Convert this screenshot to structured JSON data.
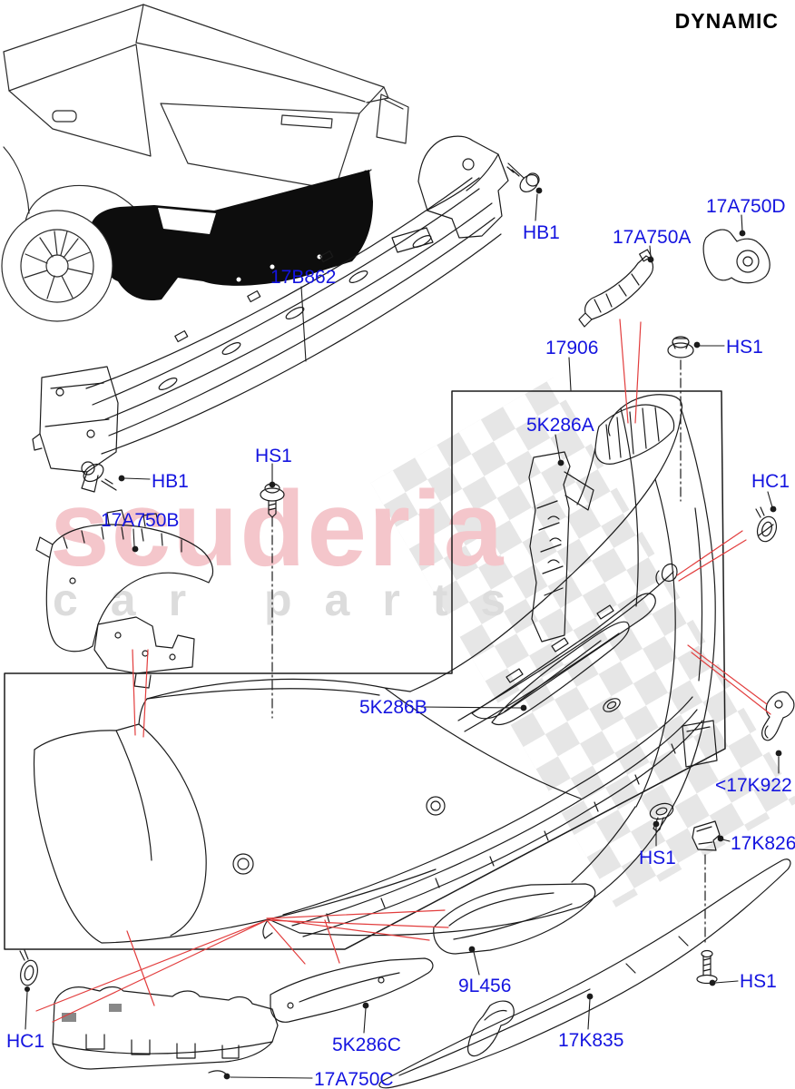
{
  "header": {
    "mode_label": "DYNAMIC"
  },
  "watermark": {
    "brand": "scuderia",
    "tagline": "car parts"
  },
  "colors": {
    "label_blue": "#1414e0",
    "leader_red": "#e23d3d",
    "line_black": "#1b1b1b",
    "highlight_black": "#0d0d0d",
    "watermark_pink": "#f4c6cb",
    "watermark_gray": "#dcdcdc"
  },
  "part_labels": {
    "p17B862": "17B862",
    "hb1_top": "HB1",
    "p17A750A": "17A750A",
    "p17A750D": "17A750D",
    "hs1_top": "HS1",
    "p17906": "17906",
    "p5K286A": "5K286A",
    "hc1_right": "HC1",
    "hs1_left": "HS1",
    "hb1_left": "HB1",
    "p17A750B": "17A750B",
    "p5K286B": "5K286B",
    "p17K922": "<17K922",
    "hs1_mid": "HS1",
    "p17K826": "17K826",
    "p9L456": "9L456",
    "hs1_bottom": "HS1",
    "p5K286C": "5K286C",
    "p17K835": "17K835",
    "hc1_bottom": "HC1",
    "p17A750C": "17A750C"
  }
}
